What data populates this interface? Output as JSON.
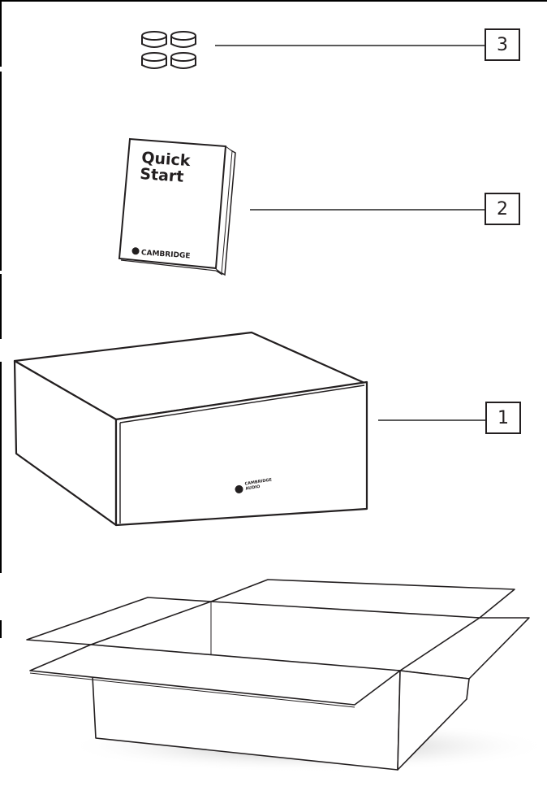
{
  "diagram": {
    "type": "packing contents illustration",
    "colors": {
      "line": "#231f20",
      "leader": "#5a5a5a",
      "background": "#ffffff"
    },
    "items": [
      {
        "number": "3",
        "label_text": "3",
        "depiction": "four cylindrical feet"
      },
      {
        "number": "2",
        "label_text": "2",
        "depiction": "quick start guide booklet"
      },
      {
        "number": "1",
        "label_text": "1",
        "depiction": "main unit"
      }
    ],
    "booklet": {
      "title_line1": "Quick",
      "title_line2": "Start",
      "brand": "CAMBRIDGE"
    },
    "unit": {
      "brand_line1": "CAMBRIDGE",
      "brand_line2": "AUDIO"
    },
    "carton": {
      "depiction": "open shipping carton"
    }
  }
}
